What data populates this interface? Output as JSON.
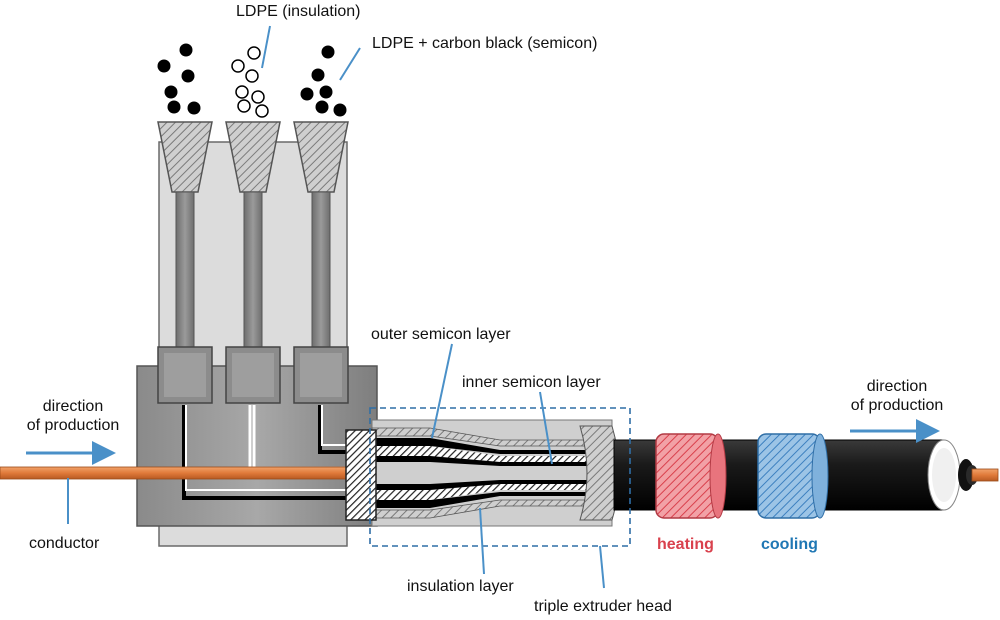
{
  "labels": {
    "ldpe_insulation": "LDPE (insulation)",
    "ldpe_semicon": "LDPE + carbon black (semicon)",
    "direction_left_line1": "direction",
    "direction_left_line2": "of production",
    "conductor": "conductor",
    "outer_semicon": "outer semicon layer",
    "inner_semicon": "inner semicon layer",
    "insulation_layer": "insulation layer",
    "triple_extruder_head": "triple extruder head",
    "heating": "heating",
    "cooling": "cooling",
    "direction_right_line1": "direction",
    "direction_right_line2": "of production"
  },
  "colors": {
    "conductor": "#e07a3a",
    "heating": "#d9414d",
    "cooling": "#1f77b4",
    "arrow": "#4a90c8",
    "cable_jacket": "#1a1a1a",
    "housing": "#9a9a9a"
  }
}
